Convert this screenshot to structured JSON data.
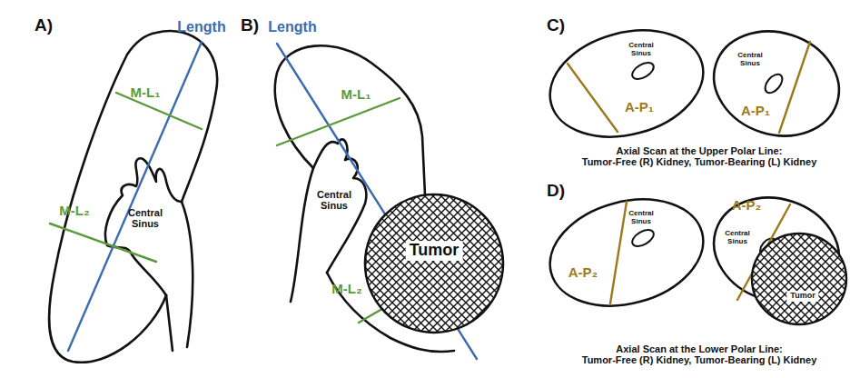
{
  "diagram": {
    "labels": [
      "A)",
      "Length",
      "M-L₁",
      "Central Sinus",
      "M-L₂",
      "B)",
      "Length",
      "M-L₁",
      "Central Sinus",
      "M-L₂",
      "Tumor",
      "C)",
      "Central Sinus",
      "A-P₁",
      "Central Sinus",
      "A-P₁",
      "Axial Scan at the Upper Polar Line: Tumor-Free (R) Kidney, Tumor-Bearing (L) Kidney",
      "D)",
      "Central Sinus",
      "A-P₂",
      "Central Sinus",
      "A-P₂",
      "Tumor",
      "Axial Scan at the Lower Polar Line: Tumor-Free (R) Kidney, Tumor-Bearing (L) Kidney"
    ]
  }
}
